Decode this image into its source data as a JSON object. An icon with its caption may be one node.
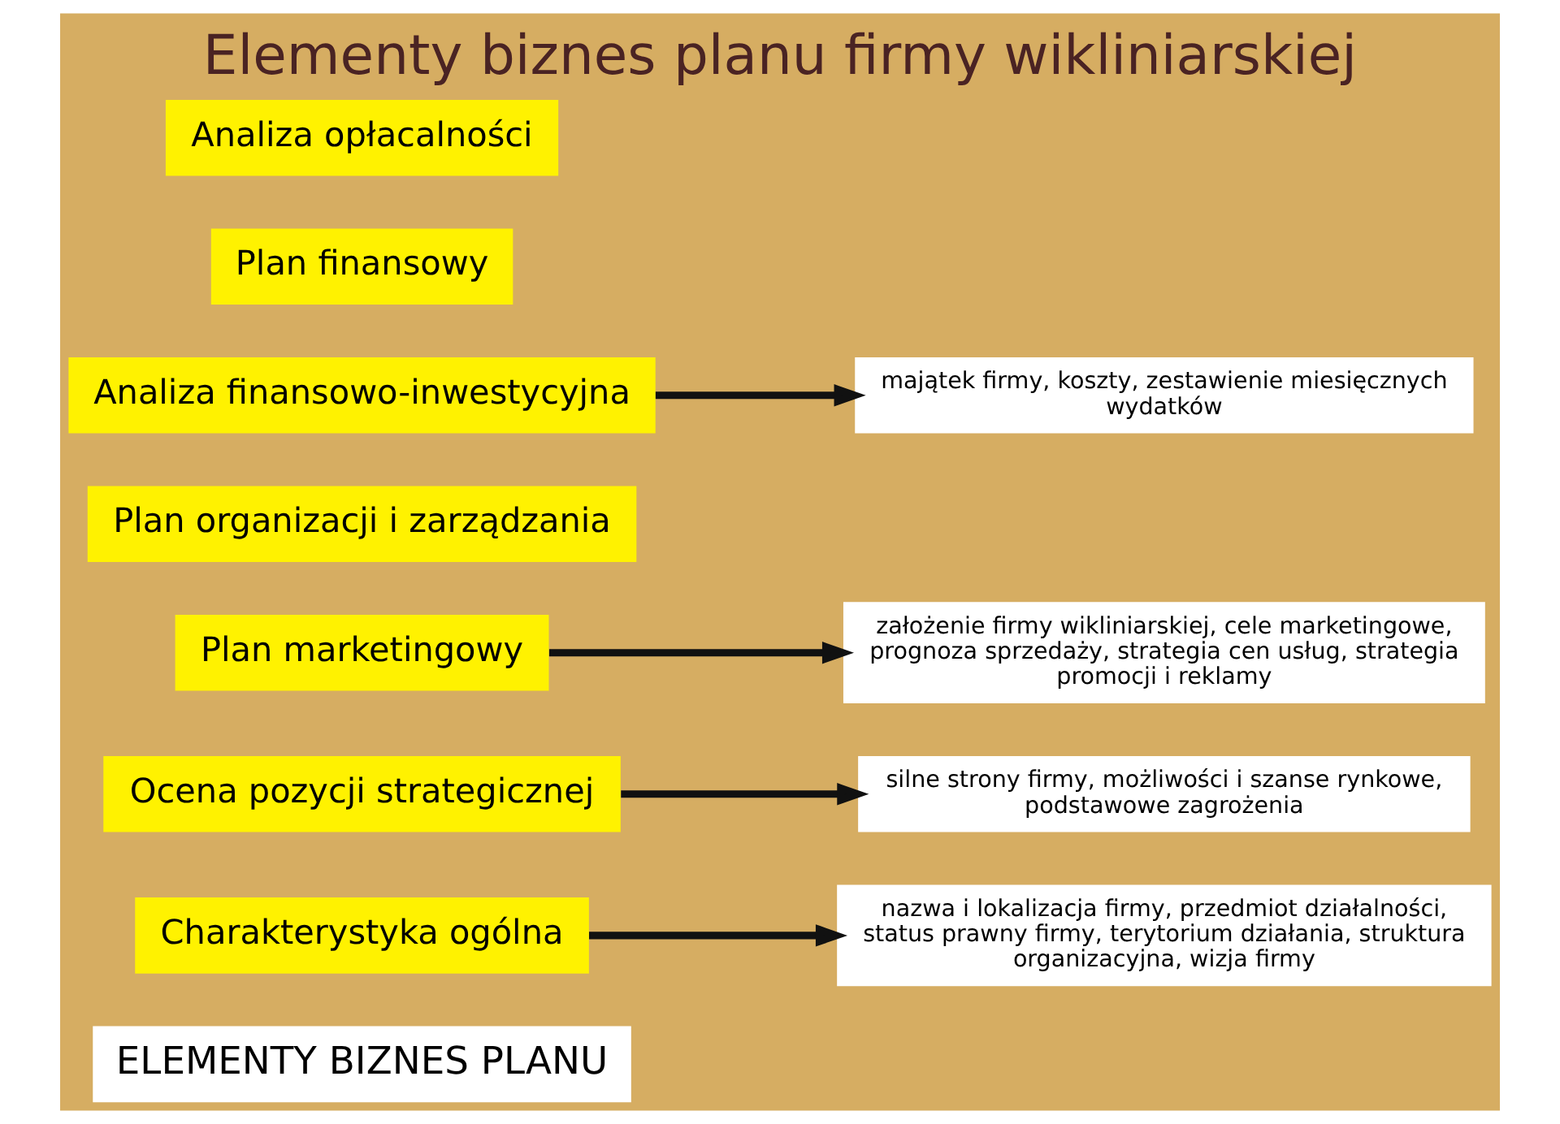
{
  "diagram": {
    "title": "Elementy biznes planu firmy wikliniarskiej",
    "nodes": [
      {
        "text": [
          "ELEMENTY BIZNES PLANU"
        ]
      },
      {
        "text": [
          "Charakterystyka ogólna"
        ]
      },
      {
        "text": [
          "Ocena pozycji strategicznej"
        ]
      },
      {
        "text": [
          "Plan marketingowy"
        ]
      },
      {
        "text": [
          "Plan organizacji i zarządzania"
        ]
      },
      {
        "text": [
          "Analiza finansowo-inwestycyjna"
        ]
      },
      {
        "text": [
          "Plan finansowy"
        ]
      },
      {
        "text": [
          "Analiza opłacalności"
        ]
      },
      {
        "text": [
          "nazwa i lokalizacja firmy, przedmiot działalności, status prawny firmy, terytorium działania, struktura organizacyjna, wizja firmy"
        ]
      },
      {
        "text": [
          "silne strony firmy, możliwości i szanse rynkowe, podstawowe zagrożenia"
        ]
      },
      {
        "text": [
          "założenie firmy wikliniarskiej, cele marketingowe, prognoza sprzedaży, strategia cen usług, strategia promocji i reklamy"
        ]
      },
      {
        "text": [
          "majątek firmy, koszty, zestawienie miesięcznych wydatków"
        ]
      }
    ],
    "edges": [
      {
        "from": 1,
        "to": 8,
        "arrow": "to"
      },
      {
        "from": 2,
        "to": 9,
        "arrow": "to"
      },
      {
        "from": 3,
        "to": 10,
        "arrow": "to"
      },
      {
        "from": 5,
        "to": 11,
        "arrow": "to"
      }
    ]
  }
}
